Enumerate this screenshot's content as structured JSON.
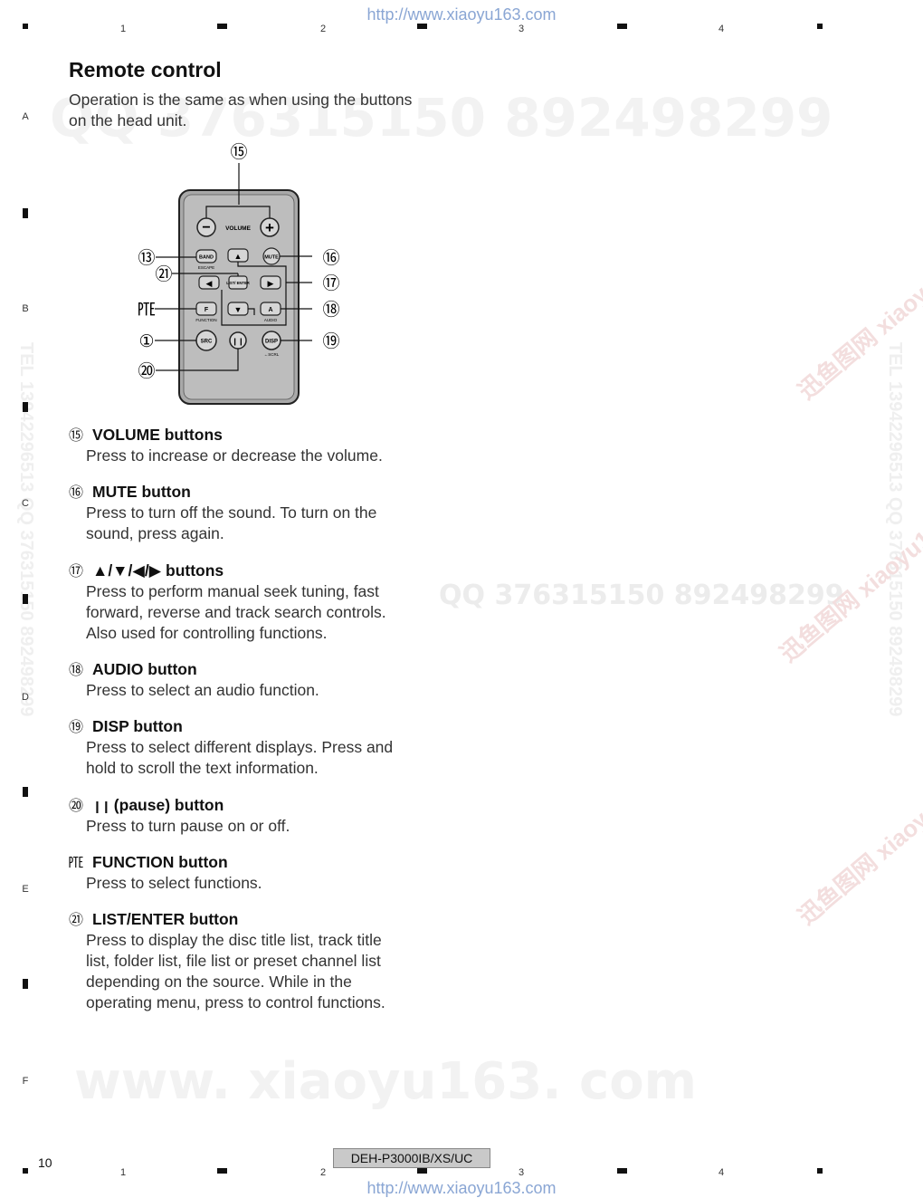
{
  "header": {
    "url": "http://www.xiaoyu163.com"
  },
  "footer": {
    "url": "http://www.xiaoyu163.com",
    "page_number": "10",
    "model": "DEH-P3000IB/XS/UC"
  },
  "grid": {
    "columns": [
      "1",
      "2",
      "3",
      "4"
    ],
    "rows": [
      "A",
      "B",
      "C",
      "D",
      "E",
      "F"
    ]
  },
  "watermarks": {
    "qq_top": "QQ 376315150   892498299",
    "qq_mid": "QQ  376315150  892498299",
    "site": "www. xiaoyu163. com",
    "side": "TEL 13942296513  QQ 376315150  892498299",
    "cn": "迅鱼图网 xiaoyu163.com"
  },
  "title": "Remote control",
  "intro": "Operation is the same as when using the buttons on the head unit.",
  "remote": {
    "callouts": {
      "c15": "⑮",
      "c13": "⑬",
      "c22": "㉑",
      "c21": "㉐",
      "c1": "①",
      "c20": "⑳",
      "c16": "⑯",
      "c17": "⑰",
      "c18": "⑱",
      "c19": "⑲"
    },
    "labels": {
      "volume": "VOLUME",
      "minus": "−",
      "plus": "+",
      "band": "BAND",
      "escape": "ESCAPE",
      "mute": "MUTE",
      "list_enter": "LIST/ ENTER",
      "f": "F",
      "function": "FUNCTION",
      "a": "A",
      "audio": "AUDIO",
      "src": "SRC",
      "disp": "DISP",
      "scrl": "←SCRL",
      "up": "▲",
      "down": "▼",
      "left": "◀",
      "right": "▶",
      "pause": "❙❙"
    }
  },
  "items": [
    {
      "num": "⑮",
      "title": "VOLUME buttons",
      "desc": "Press to increase or decrease the volume."
    },
    {
      "num": "⑯",
      "title": "MUTE button",
      "desc": "Press to turn off the sound. To turn on the sound, press again."
    },
    {
      "num": "⑰",
      "title": "▲/▼/◀/▶ buttons",
      "desc": "Press to perform manual seek tuning, fast forward, reverse and track search controls. Also used for controlling functions."
    },
    {
      "num": "⑱",
      "title": "AUDIO button",
      "desc": "Press to select an audio function."
    },
    {
      "num": "⑲",
      "title": "DISP button",
      "desc": "Press to select different displays. Press and hold to scroll the text information."
    },
    {
      "num": "⑳",
      "icon": "❙❙",
      "title": "(pause) button",
      "desc": "Press to turn pause on or off."
    },
    {
      "num": "㉐",
      "title": "FUNCTION button",
      "desc": "Press to select functions."
    },
    {
      "num": "㉑",
      "title": "LIST/ENTER button",
      "desc": "Press to display the disc title list, track title list, folder list, file list or preset channel list depending on the source. While in the operating menu, press to control functions."
    }
  ]
}
